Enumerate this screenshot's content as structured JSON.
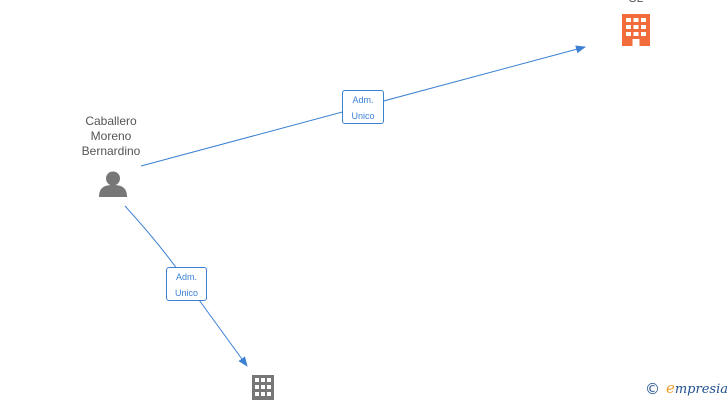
{
  "nodes": {
    "person": {
      "name": "Caballero\nMoreno\nBernardino",
      "icon": "person-icon",
      "color": "#777777"
    },
    "company_top": {
      "name": "SL",
      "icon": "building-icon",
      "color": "#f26b3a"
    },
    "company_bottom": {
      "name": "",
      "icon": "building-icon",
      "color": "#777777"
    }
  },
  "edges": {
    "top": {
      "label": "Adm.\nUnico",
      "color": "#3b80d3"
    },
    "bottom": {
      "label": "Adm.\nUnico",
      "color": "#3b80d3"
    }
  },
  "watermark": {
    "copyright": "©",
    "brand_initial": "e",
    "brand_rest": "mpresia",
    "brand_icon": "empresia-logo",
    "brand_color": "#1e4f8f",
    "accent_color": "#f09d2d"
  }
}
